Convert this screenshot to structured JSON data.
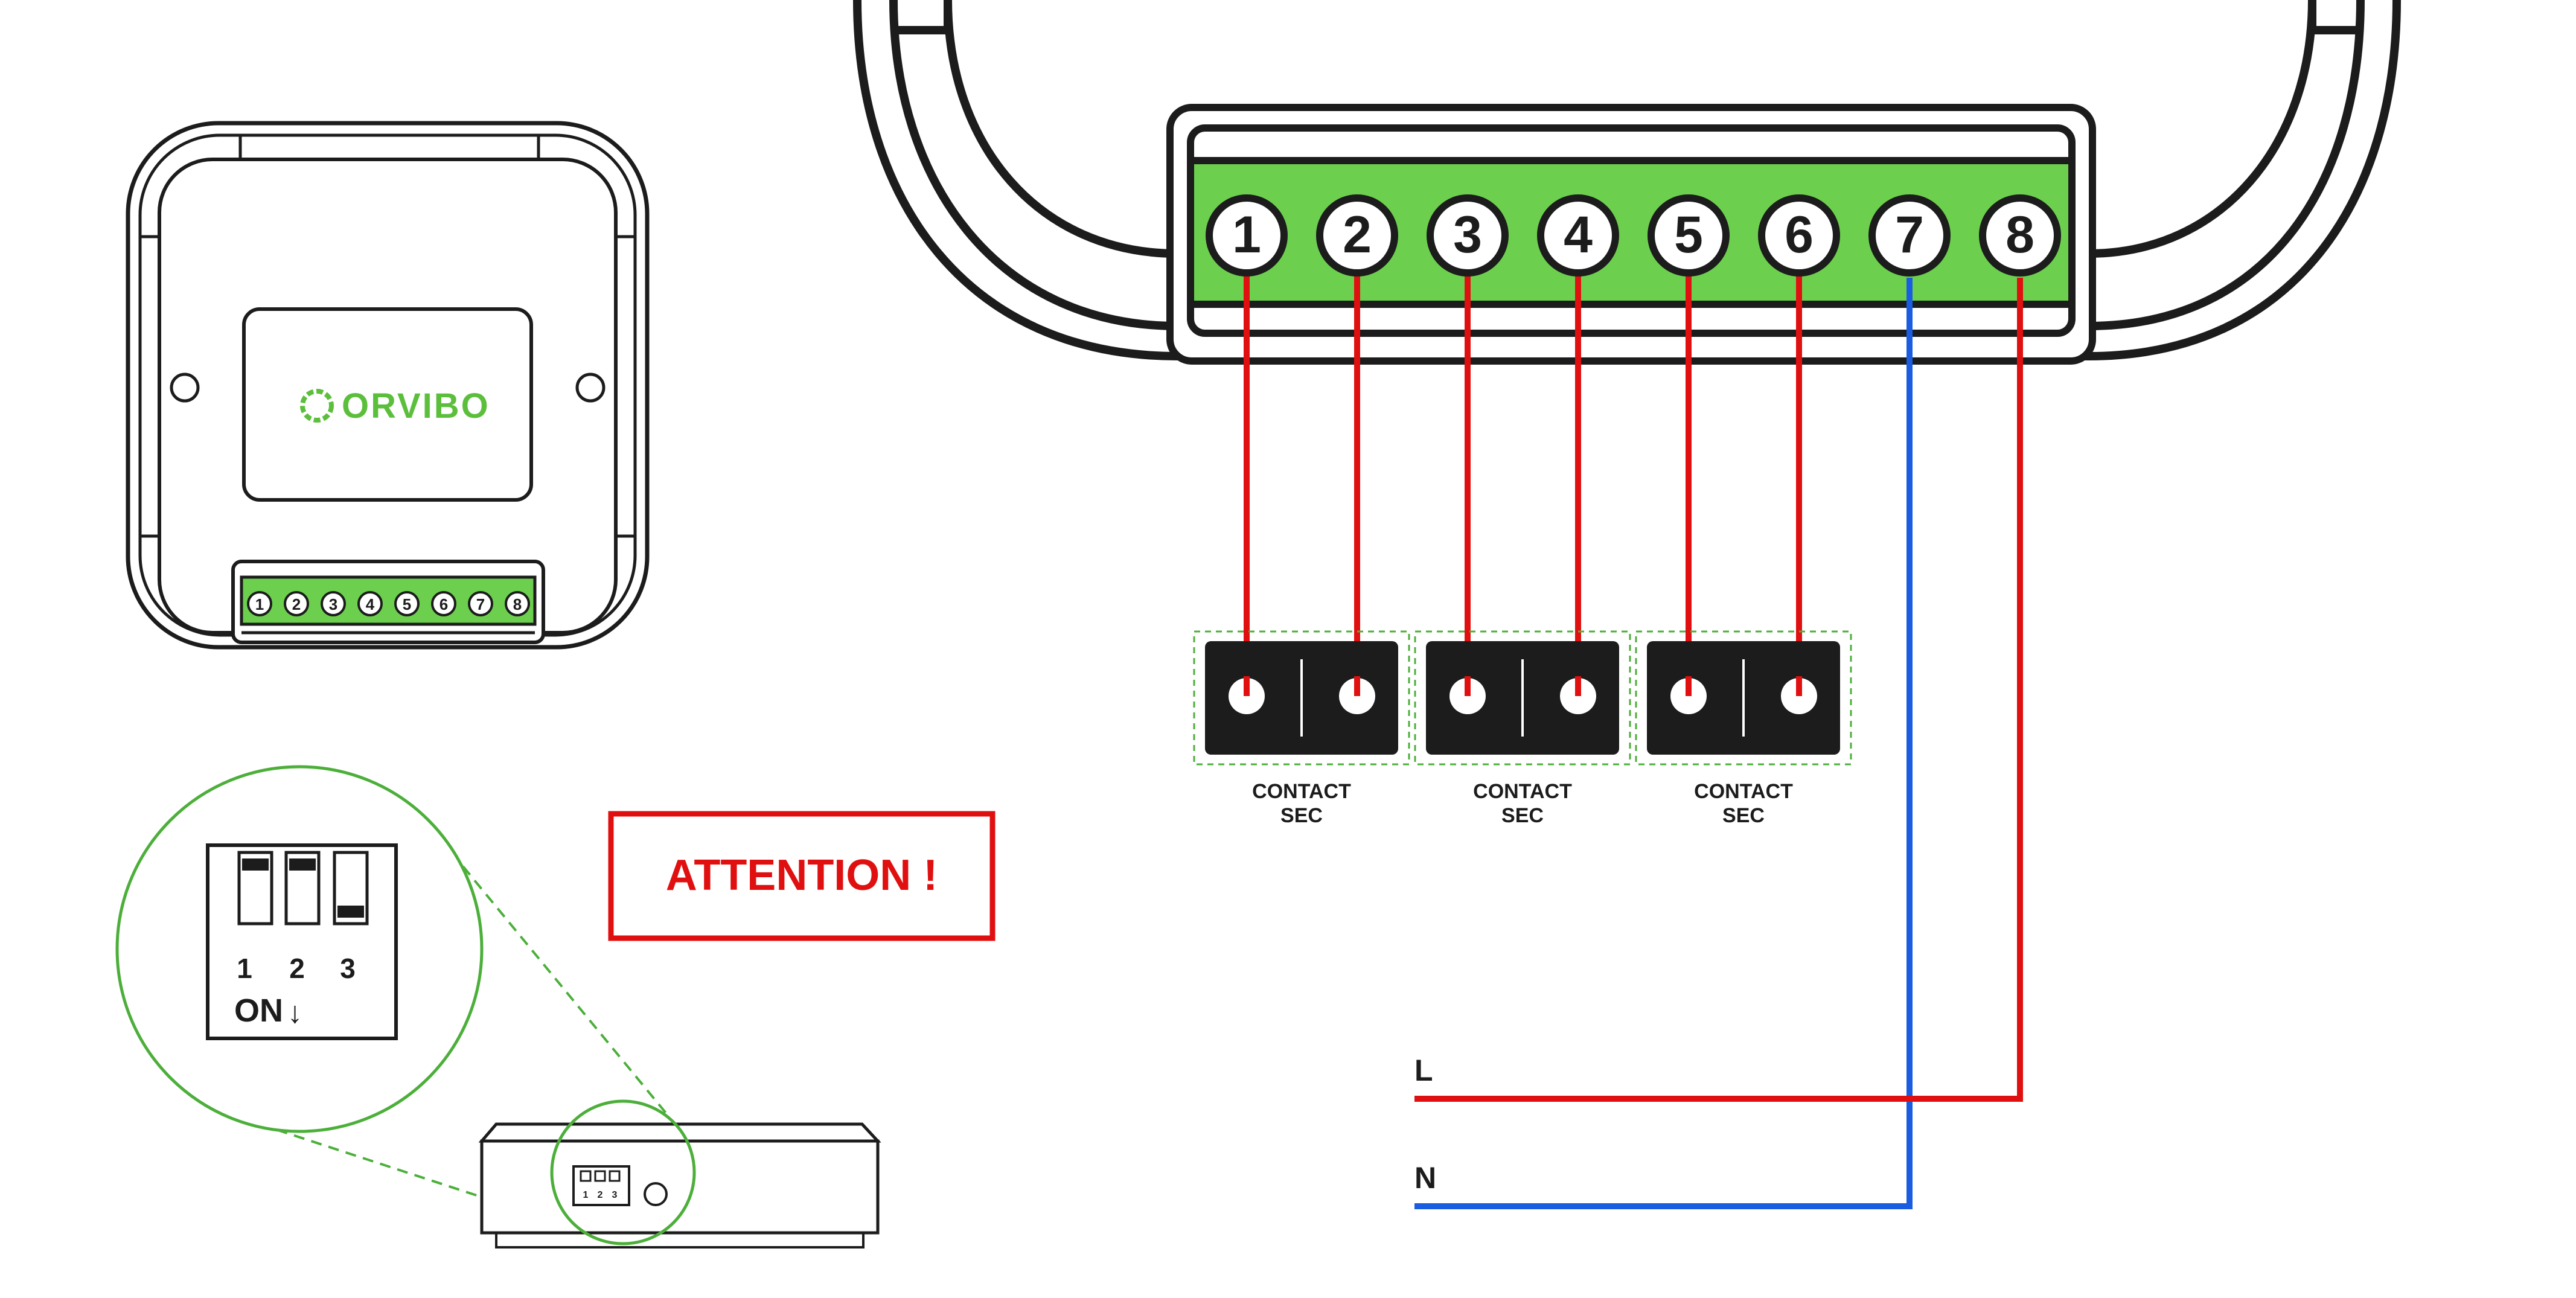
{
  "device": {
    "brand": "ORVIBO",
    "mini_terminals": [
      "1",
      "2",
      "3",
      "4",
      "5",
      "6",
      "7",
      "8"
    ]
  },
  "terminal_block": {
    "terminals": [
      "1",
      "2",
      "3",
      "4",
      "5",
      "6",
      "7",
      "8"
    ]
  },
  "contacts": [
    {
      "label_line1": "CONTACT",
      "label_line2": "SEC"
    },
    {
      "label_line1": "CONTACT",
      "label_line2": "SEC"
    },
    {
      "label_line1": "CONTACT",
      "label_line2": "SEC"
    }
  ],
  "power": {
    "live_label": "L",
    "neutral_label": "N"
  },
  "attention": {
    "text": "ATTENTION !"
  },
  "dip_switch": {
    "numbers": [
      "1",
      "2",
      "3"
    ],
    "on_label": "ON",
    "on_arrow": "↓",
    "mini_numbers": [
      "1",
      "2",
      "3"
    ]
  },
  "colors": {
    "green": "#6cd04e",
    "device_green": "#5cbf3c",
    "red": "#e01010",
    "blue": "#1a5de0",
    "dark": "#1c1c1c",
    "guide_green": "#4caf3a"
  }
}
